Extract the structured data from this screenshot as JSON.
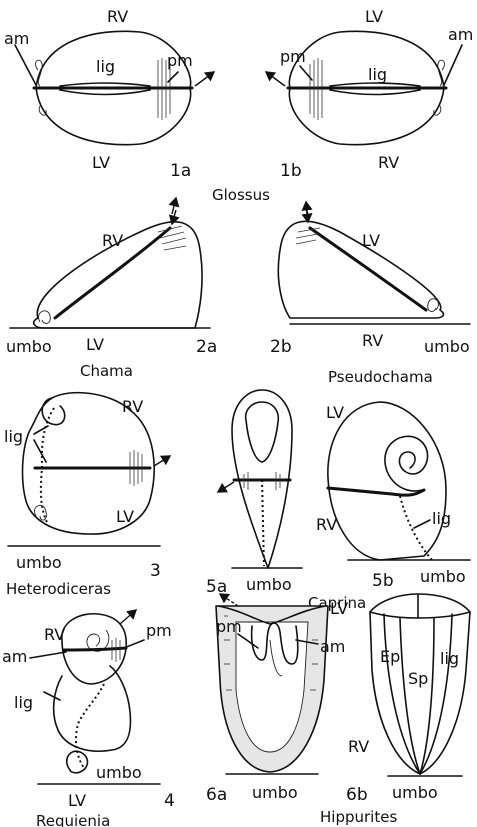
{
  "labels": {
    "g1a_rv": "RV",
    "g1a_am": "am",
    "g1a_lig": "lig",
    "g1a_pm": "pm",
    "g1a_lv": "LV",
    "g1a_fig": "1a",
    "g1b_lv": "LV",
    "g1b_pm": "pm",
    "g1b_am": "am",
    "g1b_lig": "lig",
    "g1b_rv": "RV",
    "g1b_fig": "1b",
    "glossus": "Glossus",
    "g2a_rv": "RV",
    "g2a_umbo": "umbo",
    "g2a_lv": "LV",
    "g2a_fig": "2a",
    "chama": "Chama",
    "g2b_lv": "LV",
    "g2b_fig": "2b",
    "g2b_rv": "RV",
    "g2b_umbo": "umbo",
    "pseudochama": "Pseudochama",
    "g3_rv": "RV",
    "g3_lig": "lig",
    "g3_lv": "LV",
    "g3_umbo": "umbo",
    "g3_fig": "3",
    "heterodiceras": "Heterodiceras",
    "g5a_umbo": "umbo",
    "g5a_fig": "5a",
    "g5b_lv": "LV",
    "g5b_rv": "RV",
    "g5b_lig": "lig",
    "g5b_umbo": "umbo",
    "g5b_fig": "5b",
    "caprina": "Caprina",
    "g4_rv": "RV",
    "g4_pm": "pm",
    "g4_am": "am",
    "g4_lig": "lig",
    "g4_umbo": "umbo",
    "g4_lv": "LV",
    "g4_fig": "4",
    "requienia": "Requienia",
    "g6a_lv": "LV",
    "g6a_pm": "pm",
    "g6a_am": "am",
    "g6a_fig": "6a",
    "g6a_umbo": "umbo",
    "g6b_ep": "Ep",
    "g6b_sp": "Sp",
    "g6b_lig": "lig",
    "g6b_rv": "RV",
    "g6b_fig": "6b",
    "g6b_umbo": "umbo",
    "hippurites": "Hippurites"
  }
}
